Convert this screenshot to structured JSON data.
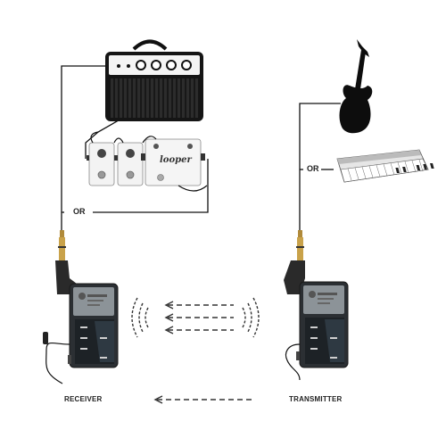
{
  "labels": {
    "or_left": "OR",
    "or_right": "OR",
    "receiver": "RECEIVER",
    "transmitter": "TRANSMITTER",
    "looper": "looper"
  },
  "colors": {
    "amp_body": "#1a1a1a",
    "device_body": "#2b2f33",
    "pedal_body": "#f2f2f2",
    "line": "#111111",
    "arrow": "#333333"
  }
}
